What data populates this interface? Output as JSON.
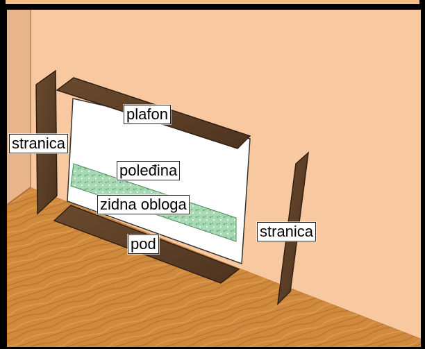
{
  "labels": {
    "plafon": "plafon",
    "stranica_left": "stranica",
    "poledjina": "poleđina",
    "zidna_obloga": "zidna obloga",
    "pod": "pod",
    "stranica_right": "stranica"
  },
  "colors": {
    "frame": "#000000",
    "wall": "#f8c8a0",
    "side_wall": "#e8b48a",
    "floor": "#d08a3e",
    "panel_dark": "#5e4027",
    "back_panel": "#ffffff",
    "wall_cladding": "#a8d8b4"
  }
}
